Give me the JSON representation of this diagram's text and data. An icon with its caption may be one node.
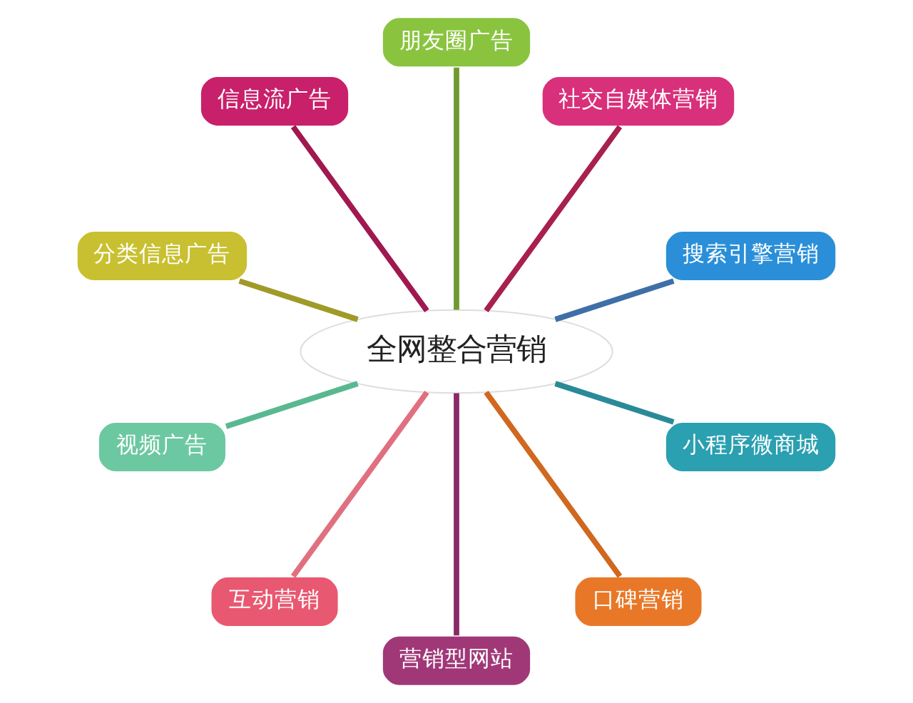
{
  "diagram": {
    "nodes": [
      {
        "text": [
          "全网整合营销"
        ]
      },
      {
        "text": [
          "搜索引擎营销"
        ]
      },
      {
        "text": [
          "社交自媒体营销"
        ]
      },
      {
        "text": [
          "朋友圈广告"
        ]
      },
      {
        "text": [
          "信息流广告"
        ]
      },
      {
        "text": [
          "分类信息广告"
        ]
      },
      {
        "text": [
          "视频广告"
        ]
      },
      {
        "text": [
          "互动营销"
        ]
      },
      {
        "text": [
          "营销型网站"
        ]
      },
      {
        "text": [
          "口碑营销"
        ]
      },
      {
        "text": [
          "小程序微商城"
        ]
      }
    ],
    "edges": [
      {
        "from": 0,
        "to": 1,
        "arrow": "none",
        "color": "#3f6fa8"
      },
      {
        "from": 0,
        "to": 2,
        "arrow": "none",
        "color": "#a8204f"
      },
      {
        "from": 0,
        "to": 3,
        "arrow": "none",
        "color": "#6f9a30"
      },
      {
        "from": 0,
        "to": 4,
        "arrow": "none",
        "color": "#a01850"
      },
      {
        "from": 0,
        "to": 5,
        "arrow": "none",
        "color": "#a09a28"
      },
      {
        "from": 0,
        "to": 6,
        "arrow": "none",
        "color": "#5ab890"
      },
      {
        "from": 0,
        "to": 7,
        "arrow": "none",
        "color": "#e07080"
      },
      {
        "from": 0,
        "to": 8,
        "arrow": "none",
        "color": "#8a2a68"
      },
      {
        "from": 0,
        "to": 9,
        "arrow": "none",
        "color": "#d06820"
      },
      {
        "from": 0,
        "to": 10,
        "arrow": "none",
        "color": "#2a8a98"
      }
    ]
  }
}
